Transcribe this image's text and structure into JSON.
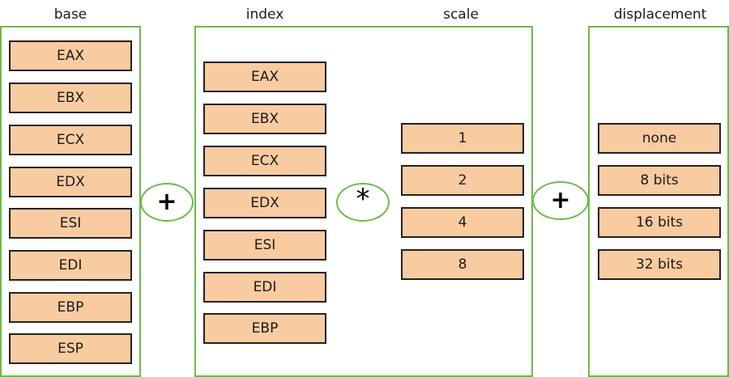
{
  "headings": {
    "base": "base",
    "index": "index",
    "scale": "scale",
    "displacement": "displacement"
  },
  "base": [
    "EAX",
    "EBX",
    "ECX",
    "EDX",
    "ESI",
    "EDI",
    "EBP",
    "ESP"
  ],
  "index": [
    "EAX",
    "EBX",
    "ECX",
    "EDX",
    "ESI",
    "EDI",
    "EBP"
  ],
  "scale": [
    "1",
    "2",
    "4",
    "8"
  ],
  "displacement": [
    "none",
    "8 bits",
    "16 bits",
    "32 bits"
  ],
  "operators": {
    "plus1": "+",
    "times": "*",
    "plus2": "+"
  },
  "colors": {
    "box_fill": "#f9cba0",
    "group_border": "#6fb84f",
    "box_border": "#222222"
  }
}
